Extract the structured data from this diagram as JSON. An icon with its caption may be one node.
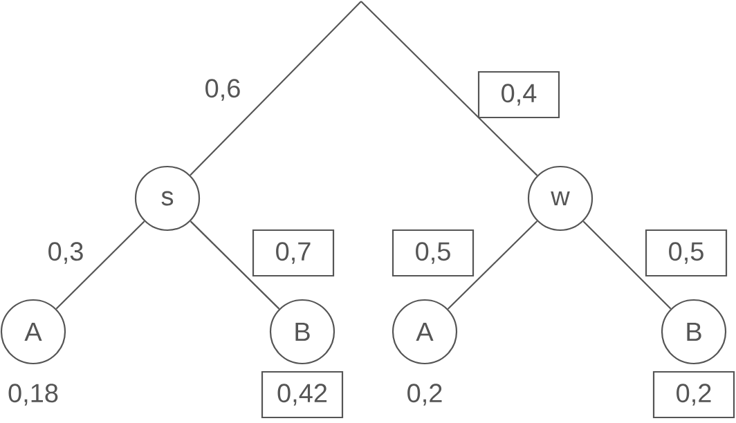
{
  "diagram": {
    "nodes": [
      {
        "text": [
          "s"
        ]
      },
      {
        "text": [
          "w"
        ]
      },
      {
        "text": [
          "A"
        ],
        "beside": [
          "0,18"
        ]
      },
      {
        "text": [
          "B"
        ],
        "beside": [
          "0,42"
        ]
      },
      {
        "text": [
          "A"
        ],
        "beside": [
          "0,2"
        ]
      },
      {
        "text": [
          "B"
        ],
        "beside": [
          "0,2"
        ]
      }
    ],
    "edges": [
      {
        "from": null,
        "to": 0,
        "arrow": "none",
        "label": "0,6"
      },
      {
        "from": null,
        "to": 1,
        "arrow": "none",
        "label": "0,4"
      },
      {
        "from": 0,
        "to": 2,
        "arrow": "none",
        "label": "0,3"
      },
      {
        "from": 0,
        "to": 3,
        "arrow": "none",
        "label": "0,7"
      },
      {
        "from": 1,
        "to": 4,
        "arrow": "none",
        "label": "0,5"
      },
      {
        "from": 1,
        "to": 5,
        "arrow": "none",
        "label": "0,5"
      }
    ]
  }
}
